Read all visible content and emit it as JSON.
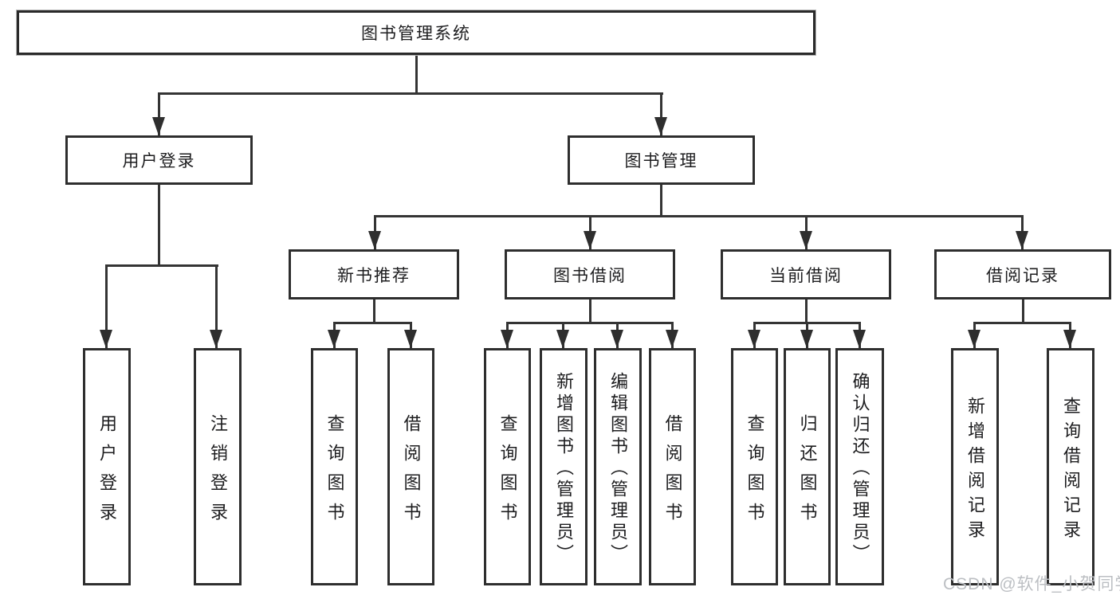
{
  "diagram_title": "图书管理系统",
  "tree": {
    "root": {
      "label": "图书管理系统"
    },
    "branches": [
      {
        "label": "用户登录",
        "children": [
          {
            "label": "用户登录"
          },
          {
            "label": "注销登录"
          }
        ]
      },
      {
        "label": "图书管理",
        "children": [
          {
            "label": "新书推荐",
            "children": [
              {
                "label": "查询图书"
              },
              {
                "label": "借阅图书"
              }
            ]
          },
          {
            "label": "图书借阅",
            "children": [
              {
                "label": "查询图书"
              },
              {
                "label": "新增图书（管理员）"
              },
              {
                "label": "编辑图书（管理员）"
              },
              {
                "label": "借阅图书"
              }
            ]
          },
          {
            "label": "当前借阅",
            "children": [
              {
                "label": "查询图书"
              },
              {
                "label": "归还图书"
              },
              {
                "label": "确认归还（管理员）"
              }
            ]
          },
          {
            "label": "借阅记录",
            "children": [
              {
                "label": "新增借阅记录"
              },
              {
                "label": "查询借阅记录"
              }
            ]
          }
        ]
      }
    ]
  },
  "watermark": {
    "text": "CSDN @软件_小贺同学"
  },
  "colors": {
    "box_border": "#2e2e2e",
    "connector_line": "#343434",
    "text": "#1d1d1f",
    "watermark": "#bcbfc3",
    "background": "#ffffff"
  }
}
